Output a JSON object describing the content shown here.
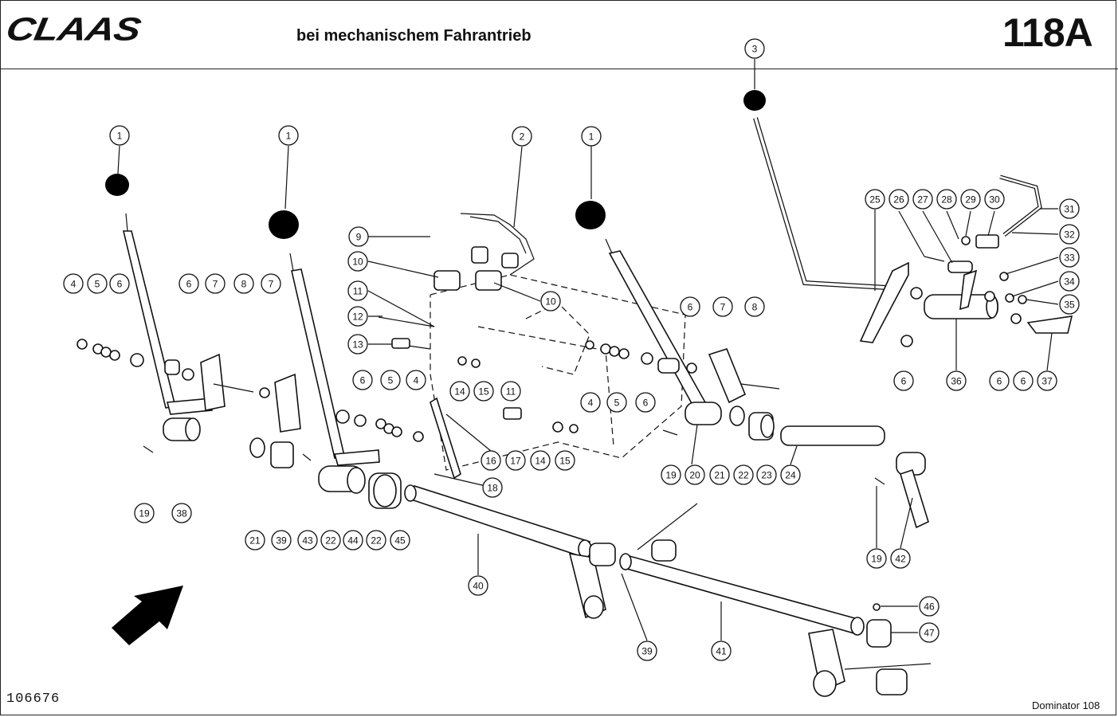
{
  "header": {
    "brand": "CLAAS",
    "title": "bei mechanischem Fahrantrieb",
    "page_number": "118A"
  },
  "footer": {
    "document_number": "106676",
    "model": "Dominator 108"
  },
  "callouts": [
    {
      "id": "c1a",
      "label": "1"
    },
    {
      "id": "c1b",
      "label": "1"
    },
    {
      "id": "c2",
      "label": "2"
    },
    {
      "id": "c1c",
      "label": "1"
    },
    {
      "id": "c3",
      "label": "3"
    },
    {
      "id": "c4a",
      "label": "4"
    },
    {
      "id": "c5a",
      "label": "5"
    },
    {
      "id": "c6a",
      "label": "6"
    },
    {
      "id": "c6b",
      "label": "6"
    },
    {
      "id": "c7a",
      "label": "7"
    },
    {
      "id": "c8a",
      "label": "8"
    },
    {
      "id": "c7b",
      "label": "7"
    },
    {
      "id": "c9",
      "label": "9"
    },
    {
      "id": "c10a",
      "label": "10"
    },
    {
      "id": "c11a",
      "label": "11"
    },
    {
      "id": "c12",
      "label": "12"
    },
    {
      "id": "c13",
      "label": "13"
    },
    {
      "id": "c10b",
      "label": "10"
    },
    {
      "id": "c6c",
      "label": "6"
    },
    {
      "id": "c5b",
      "label": "5"
    },
    {
      "id": "c4b",
      "label": "4"
    },
    {
      "id": "c14a",
      "label": "14"
    },
    {
      "id": "c15a",
      "label": "15"
    },
    {
      "id": "c11b",
      "label": "11"
    },
    {
      "id": "c4c",
      "label": "4"
    },
    {
      "id": "c5c",
      "label": "5"
    },
    {
      "id": "c6d",
      "label": "6"
    },
    {
      "id": "c6e",
      "label": "6"
    },
    {
      "id": "c7c",
      "label": "7"
    },
    {
      "id": "c8b",
      "label": "8"
    },
    {
      "id": "c16",
      "label": "16"
    },
    {
      "id": "c17",
      "label": "17"
    },
    {
      "id": "c14b",
      "label": "14"
    },
    {
      "id": "c15b",
      "label": "15"
    },
    {
      "id": "c18",
      "label": "18"
    },
    {
      "id": "c19a",
      "label": "19"
    },
    {
      "id": "c38",
      "label": "38"
    },
    {
      "id": "c21a",
      "label": "21"
    },
    {
      "id": "c39a",
      "label": "39"
    },
    {
      "id": "c43",
      "label": "43"
    },
    {
      "id": "c22a",
      "label": "22"
    },
    {
      "id": "c44",
      "label": "44"
    },
    {
      "id": "c22b",
      "label": "22"
    },
    {
      "id": "c45",
      "label": "45"
    },
    {
      "id": "c19b",
      "label": "19"
    },
    {
      "id": "c20",
      "label": "20"
    },
    {
      "id": "c21b",
      "label": "21"
    },
    {
      "id": "c22c",
      "label": "22"
    },
    {
      "id": "c23",
      "label": "23"
    },
    {
      "id": "c24",
      "label": "24"
    },
    {
      "id": "c25",
      "label": "25"
    },
    {
      "id": "c26",
      "label": "26"
    },
    {
      "id": "c27",
      "label": "27"
    },
    {
      "id": "c28",
      "label": "28"
    },
    {
      "id": "c29",
      "label": "29"
    },
    {
      "id": "c30",
      "label": "30"
    },
    {
      "id": "c31",
      "label": "31"
    },
    {
      "id": "c32",
      "label": "32"
    },
    {
      "id": "c33",
      "label": "33"
    },
    {
      "id": "c34",
      "label": "34"
    },
    {
      "id": "c35",
      "label": "35"
    },
    {
      "id": "c6f",
      "label": "6"
    },
    {
      "id": "c36",
      "label": "36"
    },
    {
      "id": "c6g",
      "label": "6"
    },
    {
      "id": "c6h",
      "label": "6"
    },
    {
      "id": "c37",
      "label": "37"
    },
    {
      "id": "c19c",
      "label": "19"
    },
    {
      "id": "c42",
      "label": "42"
    },
    {
      "id": "c40",
      "label": "40"
    },
    {
      "id": "c39b",
      "label": "39"
    },
    {
      "id": "c41",
      "label": "41"
    },
    {
      "id": "c46",
      "label": "46"
    },
    {
      "id": "c47",
      "label": "47"
    }
  ]
}
